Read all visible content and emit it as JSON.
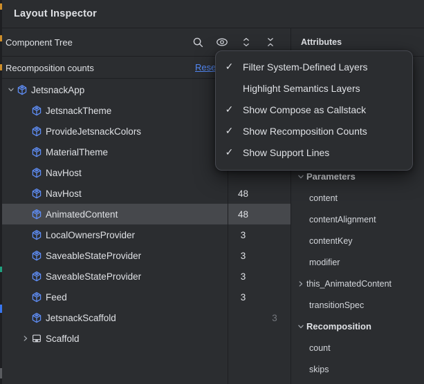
{
  "window": {
    "title": "Layout Inspector"
  },
  "component_tree": {
    "header": "Component Tree",
    "toolbar_icons": [
      "search-icon",
      "visibility-filter-icon",
      "expand-all-icon",
      "collapse-all-icon"
    ],
    "recomposition_bar": {
      "label": "Recomposition counts",
      "reset_label": "Reset"
    },
    "items": [
      {
        "label": "JetsnackApp",
        "icon": "compose-node-icon",
        "indent": 0,
        "expander": "expanded",
        "count": "",
        "skips": "",
        "selected": false
      },
      {
        "label": "JetsnackTheme",
        "icon": "compose-node-icon",
        "indent": 1,
        "expander": "none",
        "count": "",
        "skips": "",
        "selected": false
      },
      {
        "label": "ProvideJetsnackColors",
        "icon": "compose-node-icon",
        "indent": 1,
        "expander": "none",
        "count": "",
        "skips": "",
        "selected": false
      },
      {
        "label": "MaterialTheme",
        "icon": "compose-node-icon",
        "indent": 1,
        "expander": "none",
        "count": "",
        "skips": "",
        "selected": false
      },
      {
        "label": "NavHost",
        "icon": "compose-node-icon",
        "indent": 1,
        "expander": "none",
        "count": "",
        "skips": "",
        "selected": false
      },
      {
        "label": "NavHost",
        "icon": "compose-node-icon",
        "indent": 1,
        "expander": "none",
        "count": "48",
        "skips": "",
        "selected": false
      },
      {
        "label": "AnimatedContent",
        "icon": "compose-node-icon",
        "indent": 1,
        "expander": "none",
        "count": "48",
        "skips": "",
        "selected": true
      },
      {
        "label": "LocalOwnersProvider",
        "icon": "compose-node-icon",
        "indent": 1,
        "expander": "none",
        "count": "3",
        "skips": "",
        "selected": false
      },
      {
        "label": "SaveableStateProvider",
        "icon": "compose-node-icon",
        "indent": 1,
        "expander": "none",
        "count": "3",
        "skips": "",
        "selected": false
      },
      {
        "label": "SaveableStateProvider",
        "icon": "compose-node-icon",
        "indent": 1,
        "expander": "none",
        "count": "3",
        "skips": "",
        "selected": false
      },
      {
        "label": "Feed",
        "icon": "compose-node-icon",
        "indent": 1,
        "expander": "none",
        "count": "3",
        "skips": "",
        "selected": false
      },
      {
        "label": "JetsnackScaffold",
        "icon": "compose-node-icon",
        "indent": 1,
        "expander": "none",
        "count": "",
        "skips": "3",
        "selected": false
      },
      {
        "label": "Scaffold",
        "icon": "scaffold-icon",
        "indent": 1,
        "expander": "collapsed",
        "count": "",
        "skips": "",
        "selected": false
      }
    ]
  },
  "context_menu": {
    "items": [
      {
        "label": "Filter System-Defined Layers",
        "checked": true
      },
      {
        "label": "Highlight Semantics Layers",
        "checked": false
      },
      {
        "label": "Show Compose as Callstack",
        "checked": true
      },
      {
        "label": "Show Recomposition Counts",
        "checked": true
      },
      {
        "label": "Show Support Lines",
        "checked": true
      }
    ],
    "check_glyph": "✓"
  },
  "attributes": {
    "header": "Attributes",
    "sections": [
      {
        "title": "Parameters",
        "expanded": true,
        "items": [
          {
            "label": "content",
            "expandable": false
          },
          {
            "label": "contentAlignment",
            "expandable": false
          },
          {
            "label": "contentKey",
            "expandable": false
          },
          {
            "label": "modifier",
            "expandable": false
          },
          {
            "label": "this_AnimatedContent",
            "expandable": true
          },
          {
            "label": "transitionSpec",
            "expandable": false
          }
        ]
      },
      {
        "title": "Recomposition",
        "expanded": true,
        "items": [
          {
            "label": "count",
            "expandable": false
          },
          {
            "label": "skips",
            "expandable": false
          }
        ]
      }
    ]
  },
  "colors": {
    "background": "#2b2d30",
    "border": "#1e1f22",
    "selection": "#46484c",
    "text": "#dfe1e5",
    "dim_count": "#74777d",
    "accent_blue": "#548af7",
    "icon_gray": "#ced0d6",
    "stripe_marks": {
      "modified_orange": "#cf8e2a",
      "teal": "#1fa07f",
      "blue": "#3876f0",
      "scroll_gray": "#5a5c60"
    }
  }
}
